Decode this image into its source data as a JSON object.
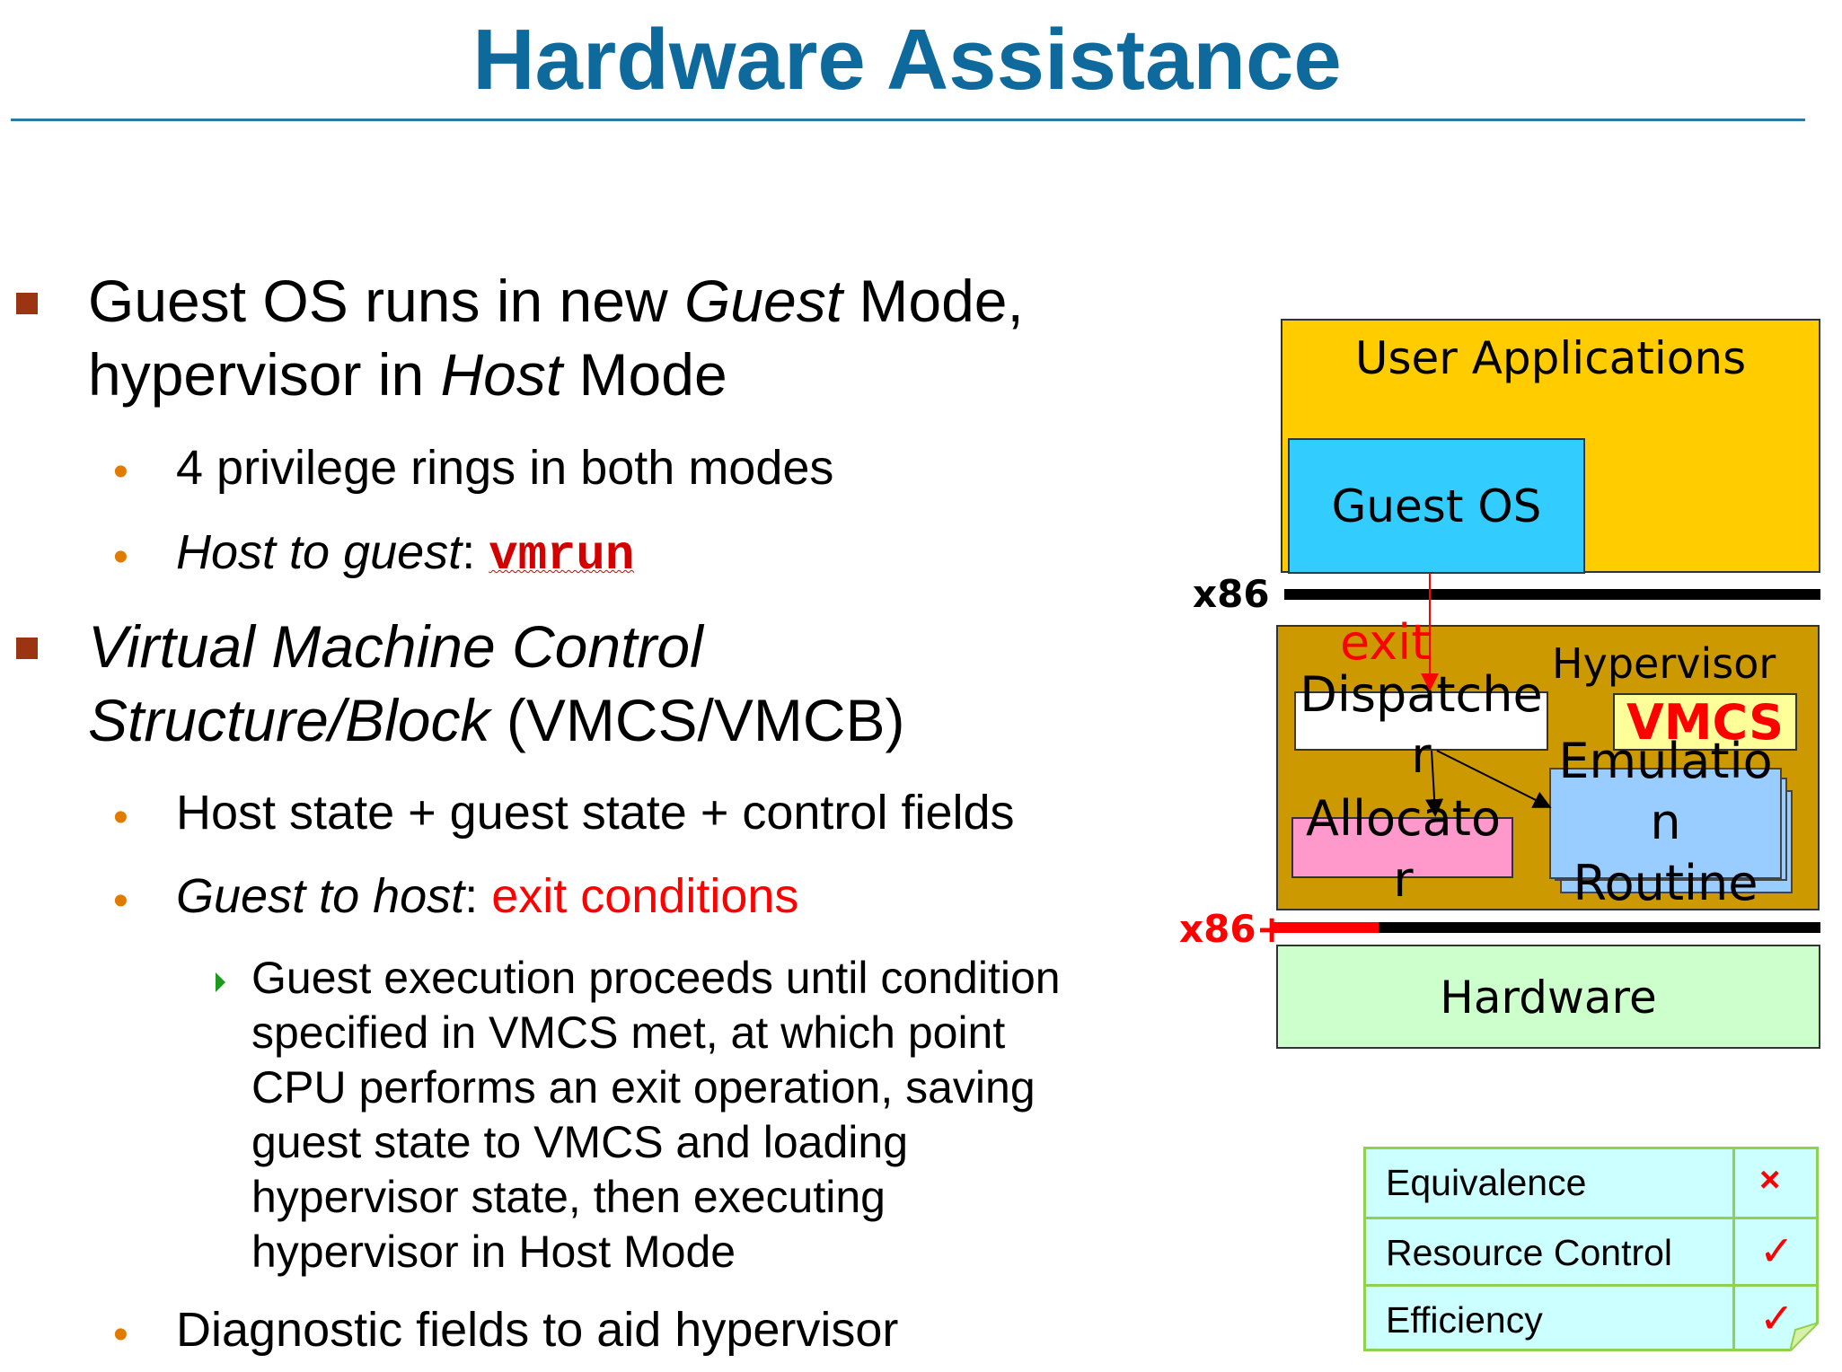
{
  "slide": {
    "title": "Hardware Assistance"
  },
  "bullets": {
    "b1": {
      "a": "Guest OS runs in new ",
      "b": "Guest",
      "c": " Mode,",
      "d": "hypervisor in ",
      "e": "Host",
      "f": " Mode"
    },
    "b1_sub1": "4 privilege rings in both modes",
    "b1_sub2": {
      "label": "Host to guest",
      "sep": ": ",
      "code": "vmrun"
    },
    "b2": {
      "a": "Virtual Machine Control",
      "b": "Structure/Block",
      "c": " (VMCS/VMCB)"
    },
    "b2_sub1": "Host state + guest state + control fields",
    "b2_sub2": {
      "label": "Guest to host",
      "sep": ": ",
      "value": "exit conditions"
    },
    "b2_sub2_detail": [
      "Guest execution proceeds until condition",
      "specified in VMCS met, at which point",
      "CPU performs an exit operation, saving",
      "guest state to VMCS and loading",
      "hypervisor state, then executing",
      "hypervisor in Host Mode"
    ],
    "b2_sub3": "Diagnostic fields to aid hypervisor"
  },
  "diagram": {
    "user_apps": "User Applications",
    "guest_os": "Guest OS",
    "x86_top": "x86",
    "exit": "exit",
    "hypervisor": "Hypervisor",
    "dispatcher": [
      "Dispatche",
      "r"
    ],
    "vmcs": "VMCS",
    "allocator": [
      "Allocato",
      "r"
    ],
    "emulation": [
      "Emulatio",
      "n",
      "Routine"
    ],
    "x86_bottom": "x86+",
    "hardware": "Hardware",
    "colors": {
      "user_apps": "#ffcc00",
      "guest_os": "#33ccff",
      "hypervisor": "#cc9900",
      "vmcs": "#ffff99",
      "allocator": "#ff99cc",
      "emulation": "#99ccff",
      "hardware": "#ccffcc",
      "exit": "#ff0000"
    }
  },
  "criteria": [
    {
      "label": "Equivalence",
      "mark": "×"
    },
    {
      "label": "Resource Control",
      "mark": "✓"
    },
    {
      "label": "Efficiency",
      "mark": "✓"
    }
  ]
}
